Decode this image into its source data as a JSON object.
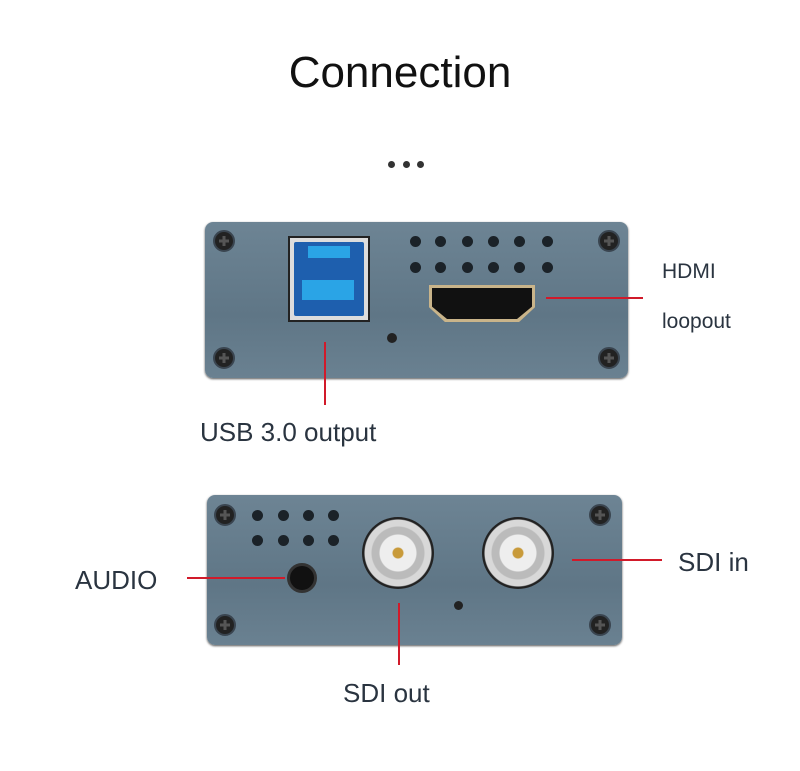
{
  "title": "Connection",
  "labels": {
    "hdmi_line1": "HDMI",
    "hdmi_line2": "loopout",
    "usb": "USB 3.0 output",
    "audio": "AUDIO",
    "sdi_in": "SDI in",
    "sdi_out": "SDI out"
  },
  "colors": {
    "pointer": "#d11a2a",
    "panel": "#647b8b",
    "usb_blue": "#1e88d8"
  }
}
